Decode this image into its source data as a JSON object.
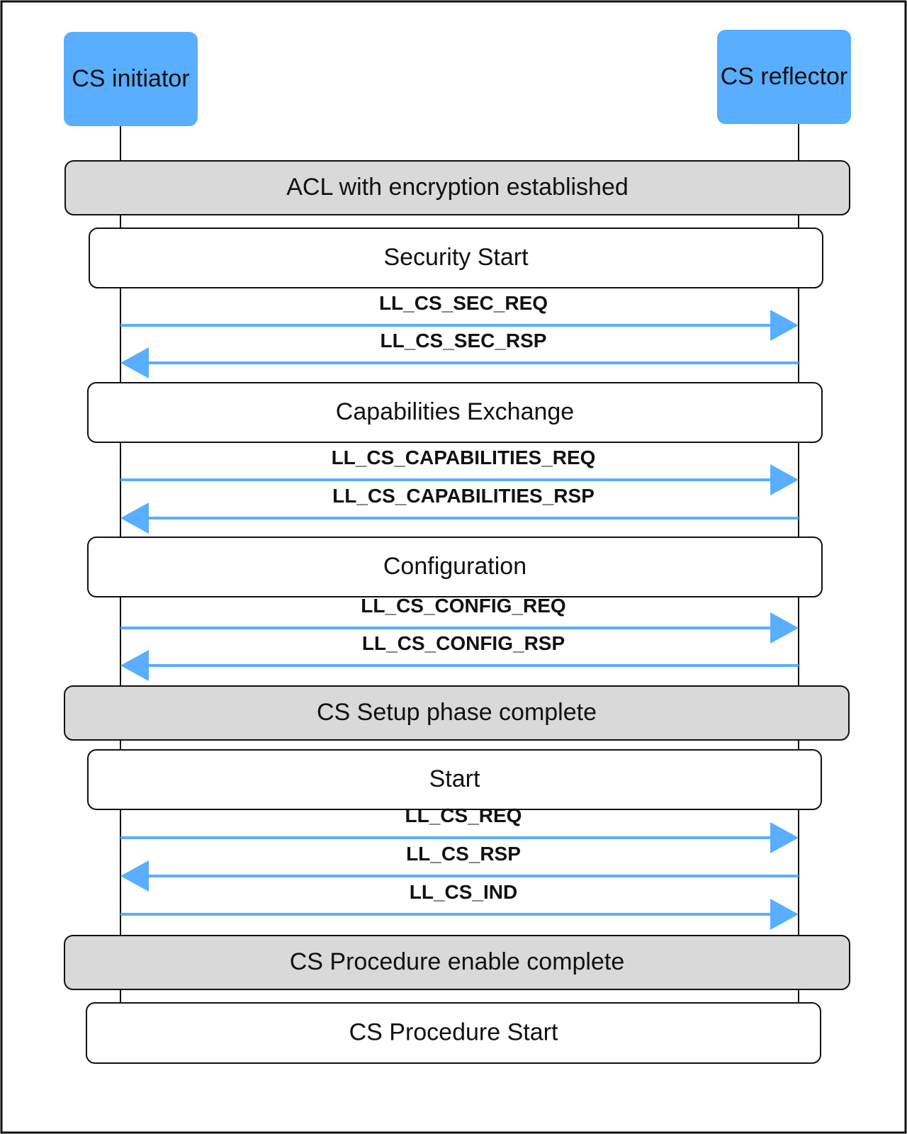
{
  "colors": {
    "actor_fill": "#59AEFF",
    "arrow": "#59AEFF",
    "status_band_fill": "#D9D9D9",
    "phase_box_fill": "#FFFFFF",
    "stroke": "#111111"
  },
  "actors": {
    "initiator": "CS initiator",
    "reflector": "CS reflector"
  },
  "steps": [
    {
      "kind": "status",
      "label": "ACL with encryption established"
    },
    {
      "kind": "phase",
      "label": "Security Start"
    },
    {
      "kind": "message",
      "label": "LL_CS_SEC_REQ",
      "direction": "initiator-to-reflector"
    },
    {
      "kind": "message",
      "label": "LL_CS_SEC_RSP",
      "direction": "reflector-to-initiator"
    },
    {
      "kind": "phase",
      "label": "Capabilities Exchange"
    },
    {
      "kind": "message",
      "label": "LL_CS_CAPABILITIES_REQ",
      "direction": "initiator-to-reflector"
    },
    {
      "kind": "message",
      "label": "LL_CS_CAPABILITIES_RSP",
      "direction": "reflector-to-initiator"
    },
    {
      "kind": "phase",
      "label": "Configuration"
    },
    {
      "kind": "message",
      "label": "LL_CS_CONFIG_REQ",
      "direction": "initiator-to-reflector"
    },
    {
      "kind": "message",
      "label": "LL_CS_CONFIG_RSP",
      "direction": "reflector-to-initiator"
    },
    {
      "kind": "status",
      "label": "CS Setup phase complete"
    },
    {
      "kind": "phase",
      "label": "Start"
    },
    {
      "kind": "message",
      "label": "LL_CS_REQ",
      "direction": "initiator-to-reflector"
    },
    {
      "kind": "message",
      "label": "LL_CS_RSP",
      "direction": "reflector-to-initiator"
    },
    {
      "kind": "message",
      "label": "LL_CS_IND",
      "direction": "initiator-to-reflector"
    },
    {
      "kind": "status",
      "label": "CS Procedure enable complete"
    },
    {
      "kind": "phase",
      "label": "CS Procedure Start"
    }
  ]
}
